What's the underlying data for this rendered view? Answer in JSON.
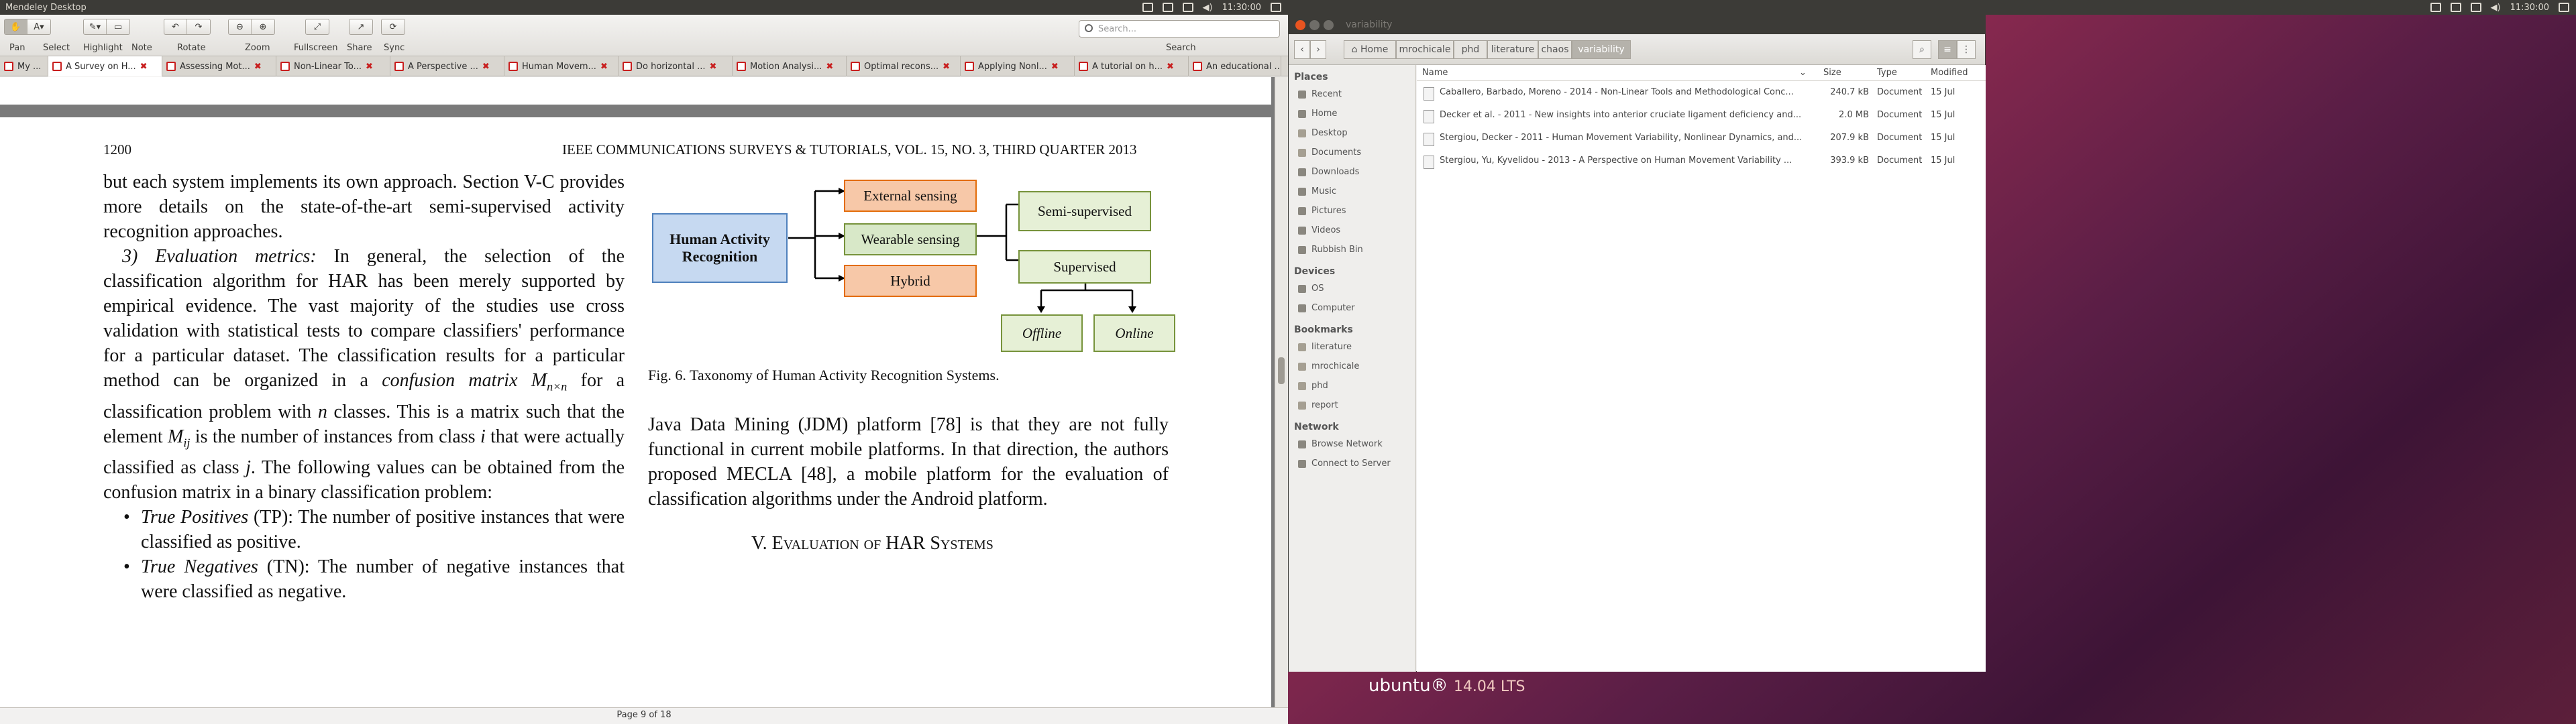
{
  "left_panel": {
    "title": "Mendeley Desktop",
    "time": "11:30:00"
  },
  "right_panel": {
    "time": "11:30:00"
  },
  "mendeley": {
    "toolbar": {
      "pan": "Pan",
      "select": "Select",
      "highlight": "Highlight",
      "note": "Note",
      "rotate": "Rotate",
      "zoom": "Zoom",
      "fullscreen": "Fullscreen",
      "share": "Share",
      "sync": "Sync",
      "search_label": "Search",
      "search_placeholder": "Search..."
    },
    "tabs": [
      "My ...",
      "A Survey on H...",
      "Assessing Mot...",
      "Non-Linear To...",
      "A Perspective ...",
      "Human Movem...",
      "Do horizontal ...",
      "Motion Analysi...",
      "Optimal recons...",
      "Applying Nonl...",
      "A tutorial on h...",
      "An educational ..."
    ],
    "status": "Page 9 of 18"
  },
  "paper": {
    "page_number": "1200",
    "header": "IEEE COMMUNICATIONS SURVEYS & TUTORIALS, VOL. 15, NO. 3, THIRD QUARTER 2013",
    "left_col": {
      "p1": "but each system implements its own approach. Section V-C provides more details on the state-of-the-art semi-supervised activity recognition approaches.",
      "p2_head": "3) Evaluation metrics:",
      "p2_a": " In general, the selection of the classification algorithm for HAR has been merely supported by empirical evidence. The vast majority of the studies use cross validation with statistical tests to compare classifiers' performance for a particular dataset. The classification results for a particular method can be organized in a ",
      "p2_em": "confusion matrix",
      "p2_b": " M",
      "p2_sub": "n×n",
      "p2_c": " for a classification problem with ",
      "p2_n": "n",
      "p2_d": " classes. This is a matrix such that the element ",
      "p2_m": "M",
      "p2_msub": "ij",
      "p2_e": " is the number of instances from class ",
      "p2_i": "i",
      "p2_f": " that were actually classified as class ",
      "p2_j": "j",
      "p2_g": ". The following values can be obtained from the confusion matrix in a binary classification problem:",
      "b1_em": "True Positives",
      "b1_rest": " (TP): The number of positive instances that were classified as positive.",
      "b2_em": "True Negatives",
      "b2_rest": " (TN): The number of negative instances that were classified as negative."
    },
    "figure": {
      "har": "Human Activity Recognition",
      "external": "External sensing",
      "wearable": "Wearable sensing",
      "hybrid": "Hybrid",
      "semi": "Semi-supervised",
      "supervised": "Supervised",
      "offline": "Offline",
      "online": "Online",
      "caption": "Fig. 6.  Taxonomy of Human Activity Recognition Systems."
    },
    "right_col": {
      "p": "Java Data Mining (JDM) platform [78] is that they are not fully functional in current mobile platforms. In that direction, the authors proposed MECLA [48], a mobile platform for the evaluation of classification algorithms under the Android platform.",
      "section": "V. Evaluation of HAR Systems"
    }
  },
  "nautilus": {
    "title": "variability",
    "breadcrumbs": [
      "Home",
      "mrochicale",
      "phd",
      "literature",
      "chaos",
      "variability"
    ],
    "places_header": "Places",
    "places": [
      "Recent",
      "Home",
      "Desktop",
      "Documents",
      "Downloads",
      "Music",
      "Pictures",
      "Videos",
      "Rubbish Bin"
    ],
    "devices_header": "Devices",
    "devices": [
      "OS",
      "Computer"
    ],
    "bookmarks_header": "Bookmarks",
    "bookmarks": [
      "literature",
      "mrochicale",
      "phd",
      "report"
    ],
    "network_header": "Network",
    "network": [
      "Browse Network",
      "Connect to Server"
    ],
    "columns": {
      "name": "Name",
      "size": "Size",
      "type": "Type",
      "modified": "Modified"
    },
    "files": [
      {
        "name": "Caballero, Barbado, Moreno - 2014 - Non-Linear Tools and Methodological Conc...",
        "size": "240.7 kB",
        "type": "Document",
        "modified": "15 Jul"
      },
      {
        "name": "Decker et al. - 2011 - New insights into anterior cruciate ligament deficiency and...",
        "size": "2.0 MB",
        "type": "Document",
        "modified": "15 Jul"
      },
      {
        "name": "Stergiou, Decker - 2011 - Human Movement Variability, Nonlinear Dynamics, and...",
        "size": "207.9 kB",
        "type": "Document",
        "modified": "15 Jul"
      },
      {
        "name": "Stergiou, Yu, Kyvelidou - 2013 - A Perspective on Human Movement Variability ...",
        "size": "393.9 kB",
        "type": "Document",
        "modified": "15 Jul"
      }
    ]
  },
  "desktop": {
    "brand": "ubuntu®",
    "version": "14.04 LTS"
  },
  "colors": {
    "ubuntu_orange": "#e95420",
    "panel": "#3c3b37"
  }
}
